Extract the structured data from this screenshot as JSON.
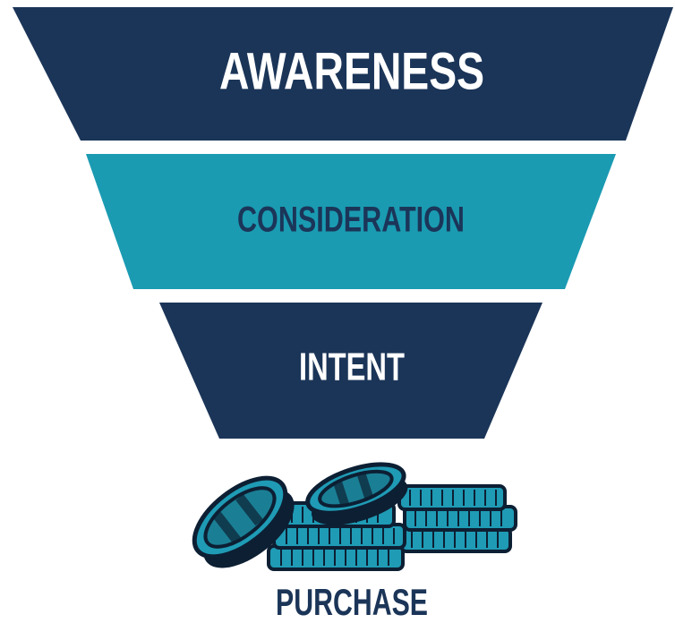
{
  "funnel": {
    "stages": [
      {
        "label": "AWARENESS",
        "fill": "#1b3558",
        "text_color": "#ffffff"
      },
      {
        "label": "CONSIDERATION",
        "fill": "#1a9bb2",
        "text_color": "#1b3558"
      },
      {
        "label": "INTENT",
        "fill": "#1b3558",
        "text_color": "#ffffff"
      }
    ],
    "outcome": {
      "label": "PURCHASE",
      "text_color": "#1b3558",
      "icon": "coin-stack-icon"
    }
  },
  "colors": {
    "navy": "#1b3558",
    "teal": "#1a9bb2",
    "coin_dark": "#0d1f33",
    "coin_light": "#1f9bb5"
  }
}
